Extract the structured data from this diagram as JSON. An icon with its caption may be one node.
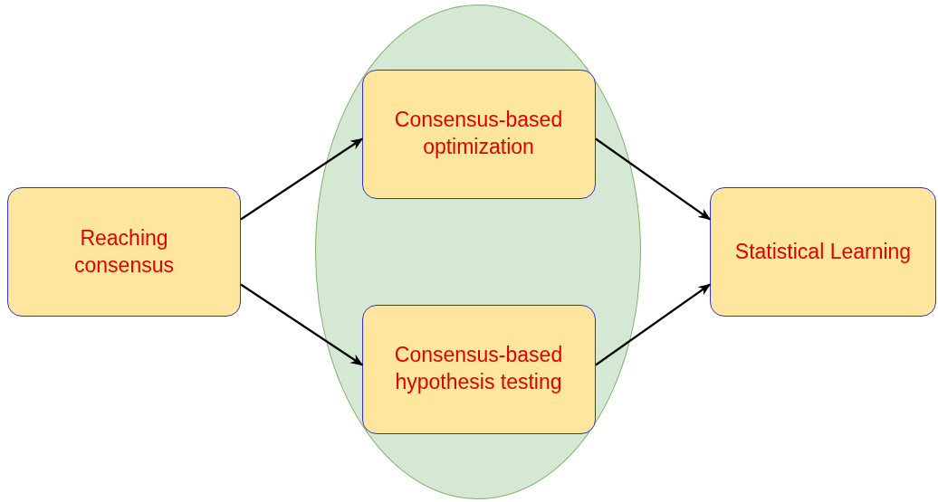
{
  "diagram": {
    "nodes": [
      {
        "text": [
          "Reaching consensus"
        ]
      },
      {
        "text": [],
        "shape": "ellipse"
      },
      {
        "text": [
          "Consensus-based optimization"
        ],
        "in": 1
      },
      {
        "text": [
          "Consensus-based hypothesis testing"
        ],
        "in": 1
      },
      {
        "text": [
          "Statistical Learning"
        ]
      }
    ],
    "edges": [
      {
        "from": 0,
        "to": 2,
        "arrow": "to"
      },
      {
        "from": 0,
        "to": 3,
        "arrow": "to"
      },
      {
        "from": 2,
        "to": 4,
        "arrow": "to"
      },
      {
        "from": 3,
        "to": 4,
        "arrow": "to"
      }
    ]
  }
}
